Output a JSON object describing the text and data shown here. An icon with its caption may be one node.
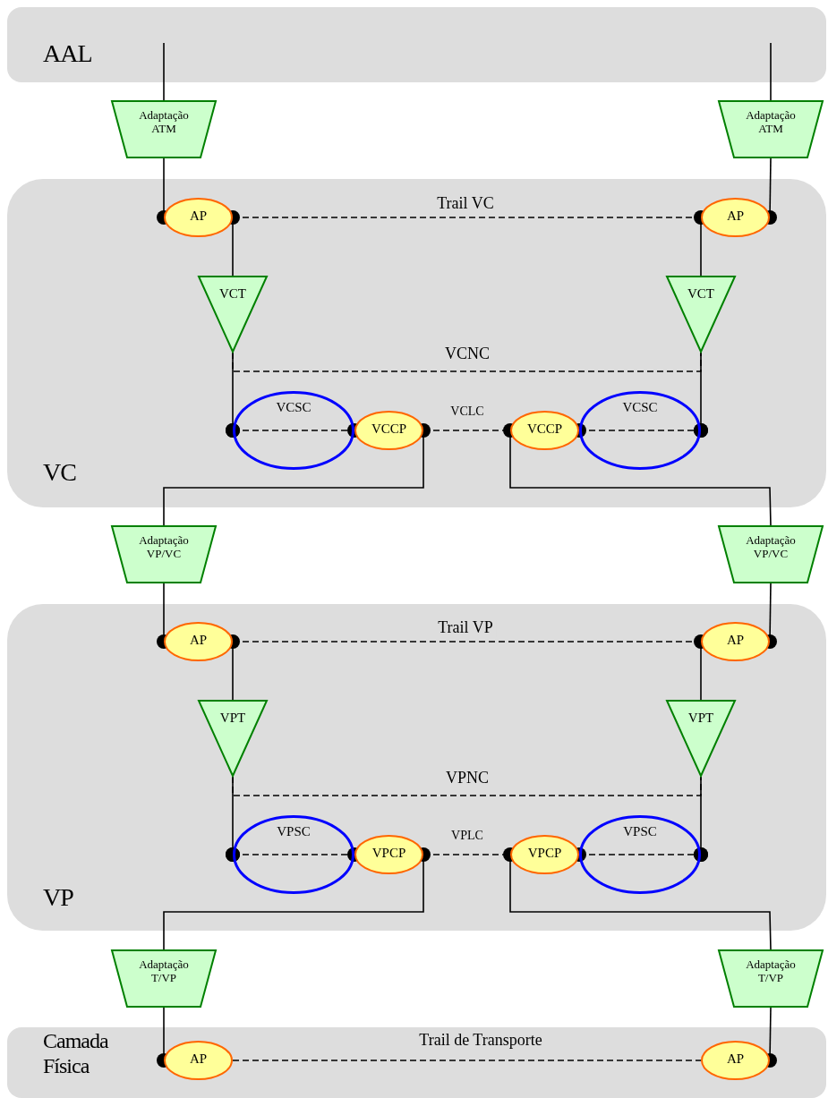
{
  "diagram": {
    "nodes": [
      {
        "text": [
          "AAL"
        ]
      },
      {
        "text": [
          "Adaptação ATM"
        ]
      },
      {
        "text": [
          "Adaptação ATM"
        ]
      },
      {
        "text": [
          "VC"
        ]
      },
      {
        "text": [
          "AP"
        ],
        "in": 3
      },
      {
        "text": [
          "AP"
        ],
        "in": 3
      },
      {
        "text": [
          "VCT"
        ],
        "in": 3
      },
      {
        "text": [
          "VCT"
        ],
        "in": 3
      },
      {
        "text": [
          "VCSC"
        ],
        "in": 3
      },
      {
        "text": [
          "VCCP"
        ],
        "in": 3
      },
      {
        "text": [
          "VCCP"
        ],
        "in": 3
      },
      {
        "text": [
          "VCSC"
        ],
        "in": 3
      },
      {
        "text": [
          "Adaptação VP/VC"
        ]
      },
      {
        "text": [
          "Adaptação VP/VC"
        ]
      },
      {
        "text": [
          "VP"
        ]
      },
      {
        "text": [
          "AP"
        ],
        "in": 14
      },
      {
        "text": [
          "AP"
        ],
        "in": 14
      },
      {
        "text": [
          "VPT"
        ],
        "in": 14
      },
      {
        "text": [
          "VPT"
        ],
        "in": 14
      },
      {
        "text": [
          "VPSC"
        ],
        "in": 14
      },
      {
        "text": [
          "VPCP"
        ],
        "in": 14
      },
      {
        "text": [
          "VPCP"
        ],
        "in": 14
      },
      {
        "text": [
          "VPSC"
        ],
        "in": 14
      },
      {
        "text": [
          "Adaptação T/VP"
        ]
      },
      {
        "text": [
          "Adaptação T/VP"
        ]
      },
      {
        "text": [
          "Camada Física"
        ]
      },
      {
        "text": [
          "AP"
        ],
        "in": 25
      },
      {
        "text": [
          "AP"
        ],
        "in": 25
      }
    ],
    "edges": [
      {
        "from": 0,
        "to": 1,
        "arrow": "none"
      },
      {
        "from": 0,
        "to": 2,
        "arrow": "none"
      },
      {
        "from": 1,
        "to": 4,
        "arrow": "other"
      },
      {
        "from": 2,
        "to": 5,
        "arrow": "other"
      },
      {
        "from": 4,
        "to": 5,
        "arrow": "other",
        "style": "dashed",
        "label": "Trail VC"
      },
      {
        "from": 4,
        "to": 6,
        "arrow": "none"
      },
      {
        "from": 5,
        "to": 7,
        "arrow": "none"
      },
      {
        "from": 6,
        "to": 7,
        "arrow": "none",
        "style": "dashed",
        "label": "VCNC"
      },
      {
        "from": 6,
        "to": 8,
        "arrow": "other"
      },
      {
        "from": 7,
        "to": 11,
        "arrow": "other"
      },
      {
        "from": 8,
        "to": 9,
        "arrow": "other",
        "style": "dashed"
      },
      {
        "from": 9,
        "to": 10,
        "arrow": "other",
        "style": "dashed",
        "label": "VCLC"
      },
      {
        "from": 10,
        "to": 11,
        "arrow": "other",
        "style": "dashed"
      },
      {
        "from": 9,
        "to": 12,
        "arrow": "none"
      },
      {
        "from": 10,
        "to": 13,
        "arrow": "none"
      },
      {
        "from": 12,
        "to": 15,
        "arrow": "other"
      },
      {
        "from": 13,
        "to": 16,
        "arrow": "other"
      },
      {
        "from": 15,
        "to": 16,
        "arrow": "other",
        "style": "dashed",
        "label": "Trail VP"
      },
      {
        "from": 15,
        "to": 17,
        "arrow": "none"
      },
      {
        "from": 16,
        "to": 18,
        "arrow": "none"
      },
      {
        "from": 17,
        "to": 18,
        "arrow": "none",
        "style": "dashed",
        "label": "VPNC"
      },
      {
        "from": 17,
        "to": 19,
        "arrow": "other"
      },
      {
        "from": 18,
        "to": 22,
        "arrow": "other"
      },
      {
        "from": 19,
        "to": 20,
        "arrow": "other",
        "style": "dashed"
      },
      {
        "from": 20,
        "to": 21,
        "arrow": "other",
        "style": "dashed",
        "label": "VPLC"
      },
      {
        "from": 21,
        "to": 22,
        "arrow": "other",
        "style": "dashed"
      },
      {
        "from": 20,
        "to": 23,
        "arrow": "none"
      },
      {
        "from": 21,
        "to": 24,
        "arrow": "none"
      },
      {
        "from": 23,
        "to": 26,
        "arrow": "other"
      },
      {
        "from": 24,
        "to": 27,
        "arrow": "other"
      },
      {
        "from": 26,
        "to": 27,
        "arrow": "none",
        "style": "dashed",
        "label": "Trail de Transporte"
      }
    ]
  }
}
